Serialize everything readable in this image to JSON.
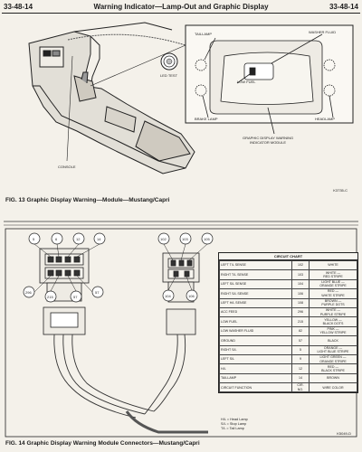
{
  "header": {
    "page_left": "33-48-14",
    "title": "Warning Indicator—Lamp-Out and Graphic Display",
    "page_right": "33-48-14"
  },
  "figure13": {
    "caption": "FIG. 13  Graphic Display Warning—Module—Mustang/Capri",
    "code": "K3735-C",
    "labels": {
      "taillamp": "TAILLAMP",
      "washer_fluid": "WASHER FLUID",
      "low_fuel": "LOW FUEL",
      "brake_lamp": "BRAKE LAMP",
      "headlamp": "HEADLAMP",
      "led_test": "LED TEST",
      "console": "CONSOLE",
      "module": "GRAPHIC DISPLAY WARNING\nINDICATOR MODULE"
    }
  },
  "figure14": {
    "caption": "FIG. 14  Graphic Display Warning Module Connectors—Mustang/Capri",
    "code": "K5049-D",
    "left_pins_top": [
      "5",
      "6",
      "12",
      "14"
    ],
    "left_pins_side": [
      "296",
      "215",
      "57",
      "57"
    ],
    "right_pins_top": [
      "102",
      "103",
      "105"
    ],
    "right_pins_bottom": [
      "104",
      "106"
    ],
    "chart": {
      "title": "CIRCUIT CHART",
      "rows": [
        {
          "function": "LEFT T/L SENSE",
          "no": "102",
          "color": "WHITE"
        },
        {
          "function": "RIGHT T/L SENSE",
          "no": "103",
          "color": "WHITE —\nRED STRIPE"
        },
        {
          "function": "LEFT S/L SENSE",
          "no": "104",
          "color": "LIGHT BLUE —\nORANGE STRIPE"
        },
        {
          "function": "RIGHT S/L SENSE",
          "no": "106",
          "color": "RED —\nWHITE STRIPE"
        },
        {
          "function": "LEFT H/L SENSE",
          "no": "108",
          "color": "BROWN —\nPURPLE DOTS"
        },
        {
          "function": "ACC FEED",
          "no": "296",
          "color": "WHITE —\nPURPLE STRIPE"
        },
        {
          "function": "LOW FUEL",
          "no": "215",
          "color": "YELLOW —\nBLACK DOTS"
        },
        {
          "function": "LOW WASHER FLUID",
          "no": "82",
          "color": "PINK —\nYELLOW STRIPE"
        },
        {
          "function": "GROUND",
          "no": "57",
          "color": "BLACK"
        },
        {
          "function": "RIGHT S/L",
          "no": "5",
          "color": "ORANGE —\nLIGHT BLUE STRIPE"
        },
        {
          "function": "LEFT S/L",
          "no": "9",
          "color": "LIGHT GREEN —\nORANGE STRIPE"
        },
        {
          "function": "H/L",
          "no": "12",
          "color": "RED —\nBLACK STRIPE"
        },
        {
          "function": "TAILLAMP",
          "no": "14",
          "color": "BROWN"
        },
        {
          "function": "CIRCUIT FUNCTION",
          "no": "CIR.\nNO.",
          "color": "WIRE COLOR"
        }
      ]
    },
    "legend": [
      "H/L = Head Lamp",
      "S/L = Stop Lamp",
      "T/L = Tail Lamp"
    ]
  }
}
